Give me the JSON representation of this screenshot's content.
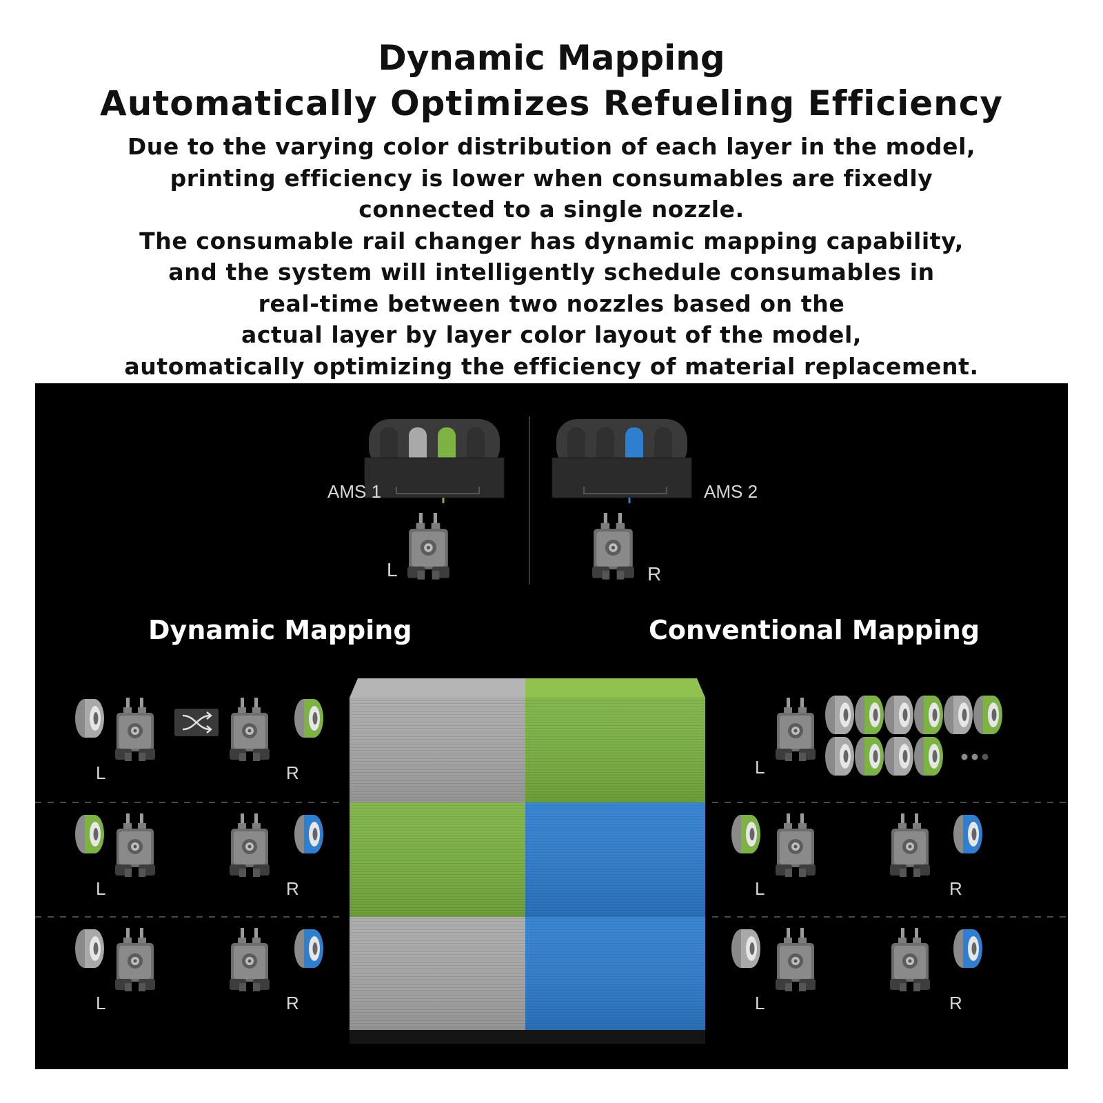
{
  "header": {
    "title_line1": "Dynamic Mapping",
    "title_line2": "Automatically Optimizes Refueling Efficiency",
    "description_lines": [
      "Due to the varying color distribution of each layer in the model,",
      "printing efficiency is lower when consumables are fixedly",
      "connected to a single nozzle.",
      "The consumable rail changer has dynamic mapping capability,",
      "and the system will intelligently schedule consumables in",
      "real-time between two nozzles based on the",
      "actual layer by layer color layout of the model,",
      "automatically optimizing the efficiency of material replacement."
    ]
  },
  "diagram": {
    "ams1_label": "AMS 1",
    "ams2_label": "AMS 2",
    "left_nozzle_label": "L",
    "right_nozzle_label": "R",
    "dynamic_title": "Dynamic Mapping",
    "conventional_title": "Conventional Mapping",
    "colors": {
      "gray": "#a9a9a9",
      "green": "#7cb342",
      "blue": "#2f7fd0",
      "background": "#000000"
    },
    "icons": [
      "filament-spool-icon",
      "extruder-nozzle-icon",
      "shuffle-icon",
      "ellipsis-icon"
    ]
  }
}
